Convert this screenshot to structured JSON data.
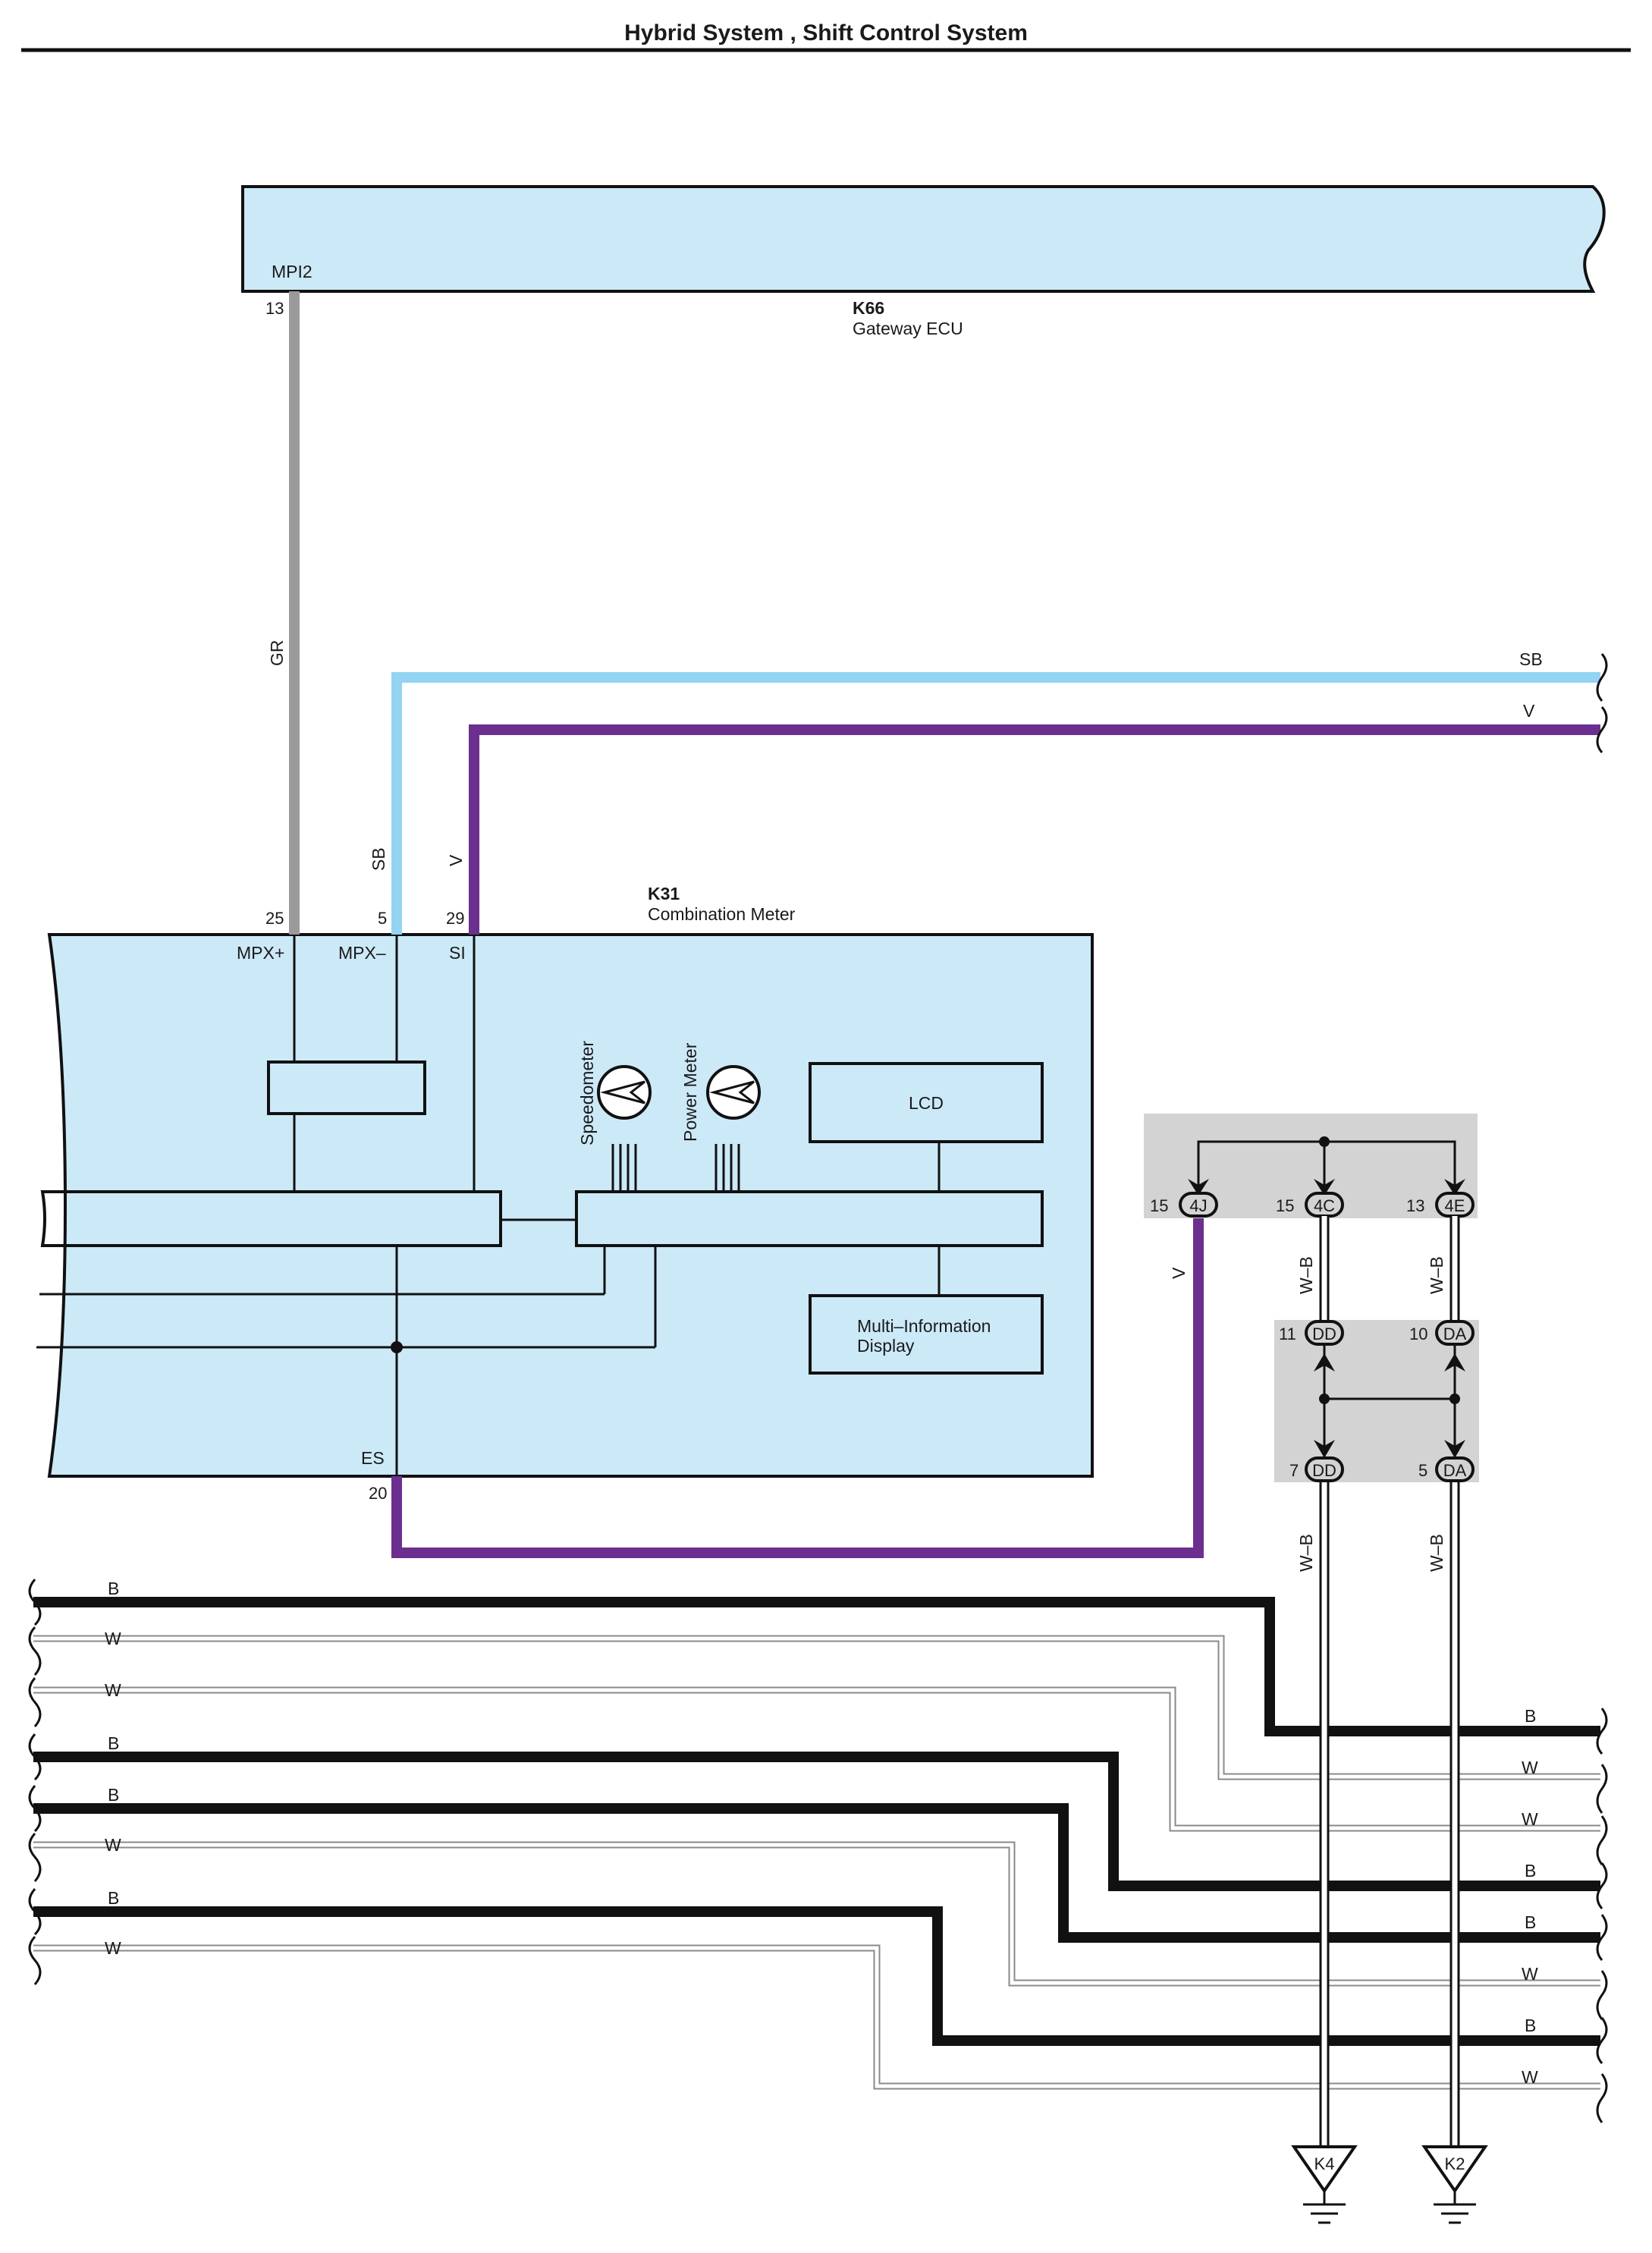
{
  "page_title": "Hybrid System , Shift Control System",
  "colors": {
    "module_fill": "#cce9f8",
    "wire_gr": "#9a9a9a",
    "wire_sb": "#92d4f2",
    "wire_v": "#6b2f8f",
    "wire_b": "#111111",
    "wire_w": "#ffffff",
    "junction_fill": "#d3d3d3"
  },
  "gateway_ecu": {
    "code": "K66",
    "name": "Gateway ECU",
    "terminal": "MPI2",
    "pin": "13"
  },
  "combination_meter": {
    "code": "K31",
    "name": "Combination Meter",
    "terminals": [
      "MPX+",
      "MPX–",
      "SI",
      "ES"
    ],
    "pins": [
      "25",
      "5",
      "29",
      "20"
    ],
    "speedometer": "Speedometer",
    "power_meter": "Power Meter",
    "lcd": "LCD",
    "mid_line1": "Multi–Information",
    "mid_line2": "Display"
  },
  "wire_labels": {
    "gr": "GR",
    "sb": "SB",
    "v": "V",
    "wb": "W–B",
    "b": "B",
    "w": "W"
  },
  "junction_upper": {
    "connectors": [
      "4J",
      "4C",
      "4E"
    ],
    "pins": [
      "15",
      "15",
      "13"
    ]
  },
  "junction_lower": {
    "top_connectors": [
      "DD",
      "DA"
    ],
    "top_pins": [
      "11",
      "10"
    ],
    "bottom_connectors": [
      "DD",
      "DA"
    ],
    "bottom_pins": [
      "7",
      "5"
    ]
  },
  "grounds": [
    "K4",
    "K2"
  ]
}
